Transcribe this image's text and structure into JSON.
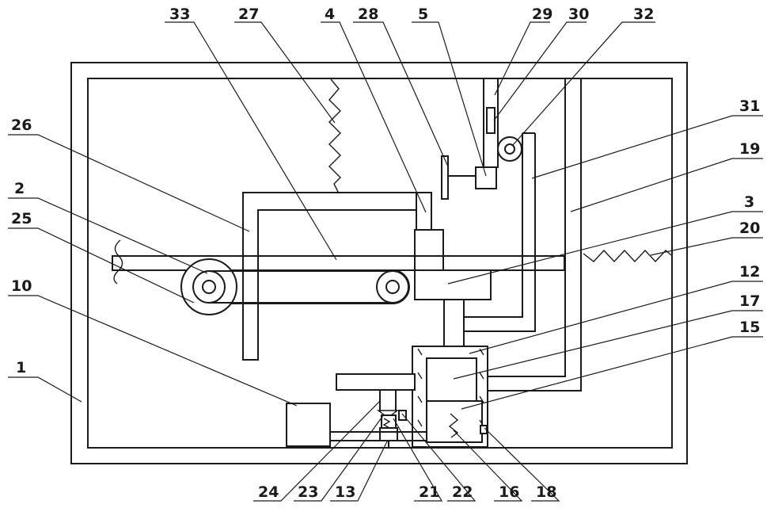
{
  "labels": {
    "n1": "1",
    "n2": "2",
    "n3": "3",
    "n4": "4",
    "n5": "5",
    "n10": "10",
    "n12": "12",
    "n13": "13",
    "n15": "15",
    "n16": "16",
    "n17": "17",
    "n18": "18",
    "n19": "19",
    "n20": "20",
    "n21": "21",
    "n22": "22",
    "n23": "23",
    "n24": "24",
    "n25": "25",
    "n26": "26",
    "n27": "27",
    "n28": "28",
    "n29": "29",
    "n30": "30",
    "n31": "31",
    "n32": "32",
    "n33": "33"
  }
}
